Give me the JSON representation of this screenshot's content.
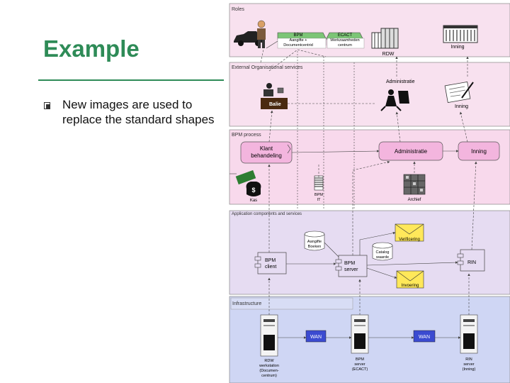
{
  "slide": {
    "title": "Example",
    "bullet": "New images are used to replace the standard shapes"
  },
  "diagram": {
    "layers": {
      "roles": "Roles",
      "external": "External Organisational services",
      "process": "BPM process",
      "application": "Application components and services",
      "infrastructure": "Infrastructure"
    },
    "roles": {
      "role1_line1": "BPM",
      "role1_line2": "Aangifte +",
      "role1_line3": "Documentcentrid",
      "role2_line1": "ECACT",
      "role2_line2": "Werkzaamheden",
      "role2_line3": "centrum",
      "rdw": "RDW",
      "inning": "Inning"
    },
    "external": {
      "balie": "Balie",
      "administratie": "Administratie",
      "inning": "Inning"
    },
    "process": {
      "klant_line1": "Klant",
      "klant_line2": "behandeling",
      "administratie": "Administratie",
      "inning": "Inning",
      "kas": "Kas",
      "bpm_it_line1": "BPM",
      "bpm_it_line2": "IT",
      "archief": "Archief"
    },
    "application": {
      "aangifte_line1": "Aangifte",
      "aangifte_line2": "Boeken",
      "catalog_line1": "Catalog",
      "catalog_line2": "waarde",
      "verificering": "Verificering",
      "invoering": "Invoering",
      "bpm_client_line1": "BPM",
      "bpm_client_line2": "client",
      "bpm_server_line1": "BPM",
      "bpm_server_line2": "server",
      "rin": "RIN"
    },
    "infrastructure": {
      "wan1": "WAN",
      "wan2": "WAN",
      "server1_line1": "RDW",
      "server1_line2": "werkstation",
      "server1_line3": "(Documen-",
      "server1_line4": "centrum)",
      "server2_line1": "BPM",
      "server2_line2": "server",
      "server2_line3": "(ECACT)",
      "server3_line1": "RIN",
      "server3_line2": "server",
      "server3_line3": "(Inning)"
    },
    "colors": {
      "roles_layer": "#f8e1ef",
      "process_layer": "#f8d9ec",
      "application_layer": "#e6dcf2",
      "infrastructure_layer": "#cfd6f4",
      "process_box": "#f3b5de",
      "envelope": "#ffe85a",
      "title": "#2e8b57"
    }
  }
}
